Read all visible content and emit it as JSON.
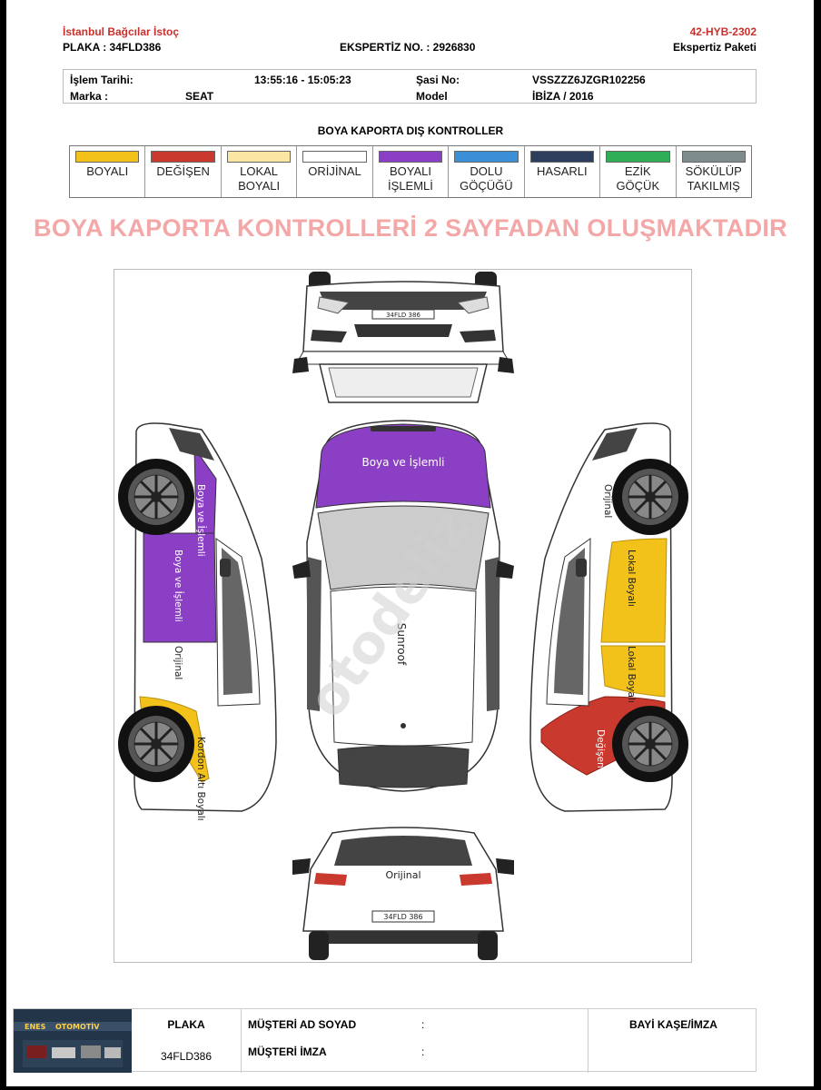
{
  "listing_id": "#1251023107",
  "header": {
    "dealer": "İstanbul Bağcılar İstoç",
    "plate_line": "PLAKA : 34FLD386",
    "expertise_no": "EKSPERTİZ NO. : 2926830",
    "ref_code": "42-HYB-2302",
    "package": "Ekspertiz Paketi"
  },
  "info": {
    "date_label": "İşlem Tarihi:",
    "date_value": "13:55:16 - 15:05:23",
    "chassis_label": "Şasi No:",
    "chassis_value": "VSSZZZ6JZGR102256",
    "brand_label": "Marka :",
    "brand_value": "SEAT",
    "model_label": "Model",
    "model_value": "İBİZA / 2016"
  },
  "section_title": "BOYA KAPORTA DIŞ KONTROLLER",
  "legend": [
    {
      "label": "BOYALI",
      "color": "#f2c21b"
    },
    {
      "label": "DEĞİŞEN",
      "color": "#c9392d"
    },
    {
      "label": "LOKAL\nBOYALI",
      "color": "#fbe7a1"
    },
    {
      "label": "ORİJİNAL",
      "color": "#ffffff"
    },
    {
      "label": "BOYALI\nİŞLEMLİ",
      "color": "#8a3fc4"
    },
    {
      "label": "DOLU\nGÖÇÜĞÜ",
      "color": "#3a8fd6"
    },
    {
      "label": "HASARLI",
      "color": "#2c3e5c"
    },
    {
      "label": "EZİK\nGÖÇÜK",
      "color": "#2fae55"
    },
    {
      "label": "SÖKÜLÜP\nTAKILMIŞ",
      "color": "#7f8c8d"
    }
  ],
  "notice": "BOYA KAPORTA KONTROLLERİ 2 SAYFADAN OLUŞMAKTADIR",
  "diagram": {
    "front_plate": "34FLD 386",
    "rear_plate": "34FLD 386",
    "hood": "Boya ve İşlemli",
    "roof": "Sunroof",
    "tailgate": "Orijinal",
    "left_front_fender": "Boya ve İşlemli",
    "left_front_door": "Boya ve İşlemli",
    "left_rear_door": "Orijinal",
    "left_rear_fender": "Kordon Altı Boyalı",
    "right_front_fender": "Orijinal",
    "right_front_door": "Lokal Boyalı",
    "right_rear_door": "Lokal Boyalı",
    "right_rear_fender": "Değişen",
    "watermark": "otodeliz"
  },
  "footer": {
    "logo_text_left": "ENES",
    "logo_text_right": "OTOMOTİV",
    "plate_header": "PLAKA",
    "plate_value": "34FLD386",
    "customer_name_label": "MÜŞTERİ AD SOYAD",
    "customer_signature_label": "MÜŞTERİ İMZA",
    "colon": ":",
    "dealer_stamp_label": "BAYİ KAŞE/İMZA"
  }
}
